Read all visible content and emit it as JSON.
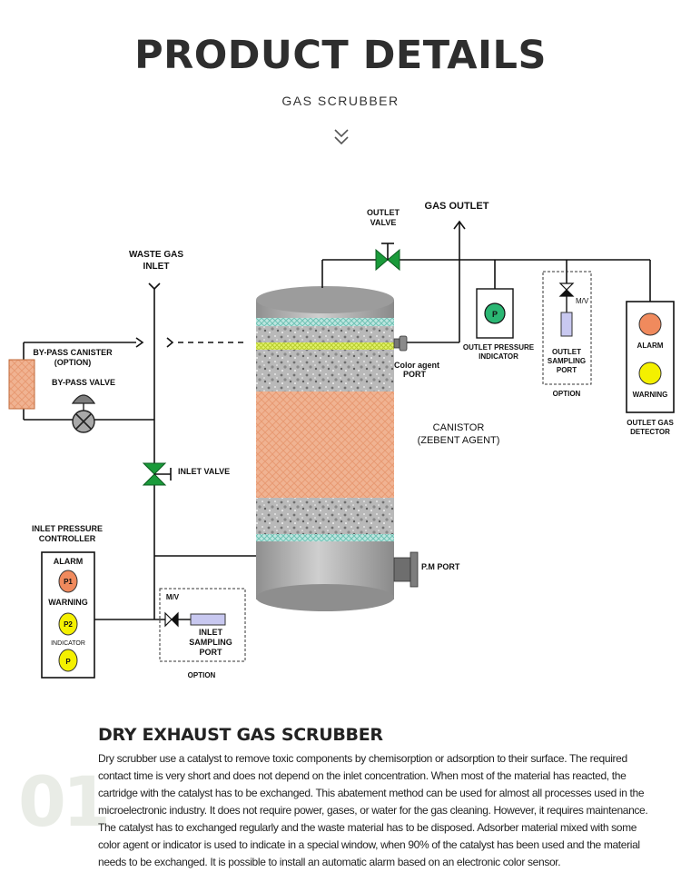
{
  "header": {
    "title": "PRODUCT DETAILS",
    "subtitle": "GAS SCRUBBER"
  },
  "diagram": {
    "gas_outlet": "GAS OUTLET",
    "outlet_valve": [
      "OUTLET",
      "VALVE"
    ],
    "waste_gas_inlet": [
      "WASTE GAS",
      "INLET"
    ],
    "bypass_canister": [
      "BY-PASS CANISTER",
      "(OPTION)"
    ],
    "bypass_valve": "BY-PASS VALVE",
    "color_agent_port": [
      "Color agent",
      "PORT"
    ],
    "canister": [
      "CANISTOR",
      "(ZEBENT AGENT)"
    ],
    "inlet_valve": "INLET VALVE",
    "pm_port": "P.M PORT",
    "inlet_pressure_controller": [
      "INLET PRESSURE",
      "CONTROLLER"
    ],
    "ipc_alarm": "ALARM",
    "ipc_p1": "P1",
    "ipc_warning": "WARNING",
    "ipc_p2": "P2",
    "ipc_indicator": "INDICATOR",
    "ipc_p": "P",
    "inlet_mv": "M/V",
    "inlet_sampling_port": [
      "INLET",
      "SAMPLING",
      "PORT"
    ],
    "inlet_option": "OPTION",
    "outlet_pressure_indicator": [
      "OUTLET PRESSURE",
      "INDICATOR"
    ],
    "opi_p": "P",
    "outlet_mv": "M/V",
    "outlet_sampling_port": [
      "OUTLET",
      "SAMPLING",
      "PORT"
    ],
    "outlet_option": "OPTION",
    "detector_alarm": "ALARM",
    "detector_warning": "WARNING",
    "outlet_gas_detector": [
      "OUTLET GAS",
      "DETECTOR"
    ]
  },
  "colors": {
    "valve_green": "#1a9a3a",
    "lamp_orange": "#f08a5d",
    "lamp_yellow": "#f4f000",
    "opi_green": "#2bb673"
  },
  "section": {
    "number": "01",
    "title": "DRY EXHAUST GAS SCRUBBER",
    "body": "Dry scrubber use a catalyst to remove toxic components by chemisorption or adsorption to their surface. The required contact time is very short and does not depend on the inlet concentration. When most of the material has reacted, the cartridge with the catalyst has to be exchanged. This abatement method can be used for almost all processes used in the microelectronic industry. It does not require power, gases, or water for the gas cleaning. However, it requires maintenance. The catalyst has to exchanged regularly and the waste material has to be disposed. Adsorber material mixed with some color agent or indicator is used to indicate in a special window, when 90% of the catalyst has been used and the material needs to be exchanged. It is possible to install an automatic alarm based on an electronic color sensor."
  }
}
